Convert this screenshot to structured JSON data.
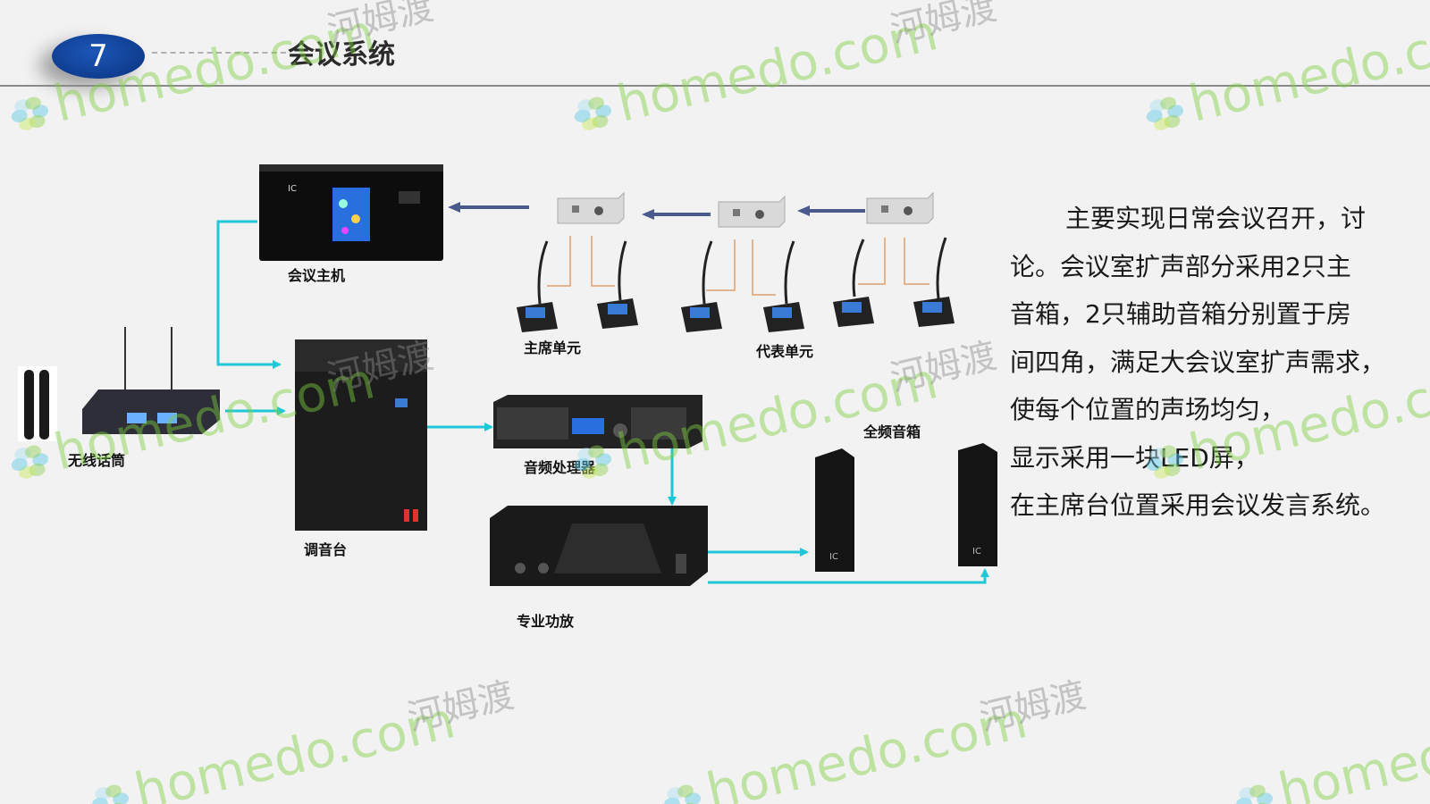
{
  "header": {
    "slide_number": "7",
    "title": "会议系统"
  },
  "labels": {
    "host": "会议主机",
    "chair": "主席单元",
    "delegate": "代表单元",
    "wireless_mic": "无线话筒",
    "mixer": "调音台",
    "processor": "音频处理器",
    "amplifier": "专业功放",
    "speakers": "全频音箱"
  },
  "description": [
    "主要实现日常会议召开，讨",
    "论。会议室扩声部分采用2只主",
    "音箱，2只辅助音箱分别置于房",
    "间四角，满足大会议室扩声需求，",
    "使每个位置的声场均匀，",
    "显示采用一块LED屏，",
    "在主席台位置采用会议发言系统。"
  ],
  "watermark": {
    "text": "homedo.com",
    "text_cn": "河姆渡"
  },
  "colors": {
    "cable": "#1ec8d8",
    "arrow_dark": "#4a5a8c",
    "mic_wire": "#e0a070",
    "badge": "#1a4fa8"
  }
}
